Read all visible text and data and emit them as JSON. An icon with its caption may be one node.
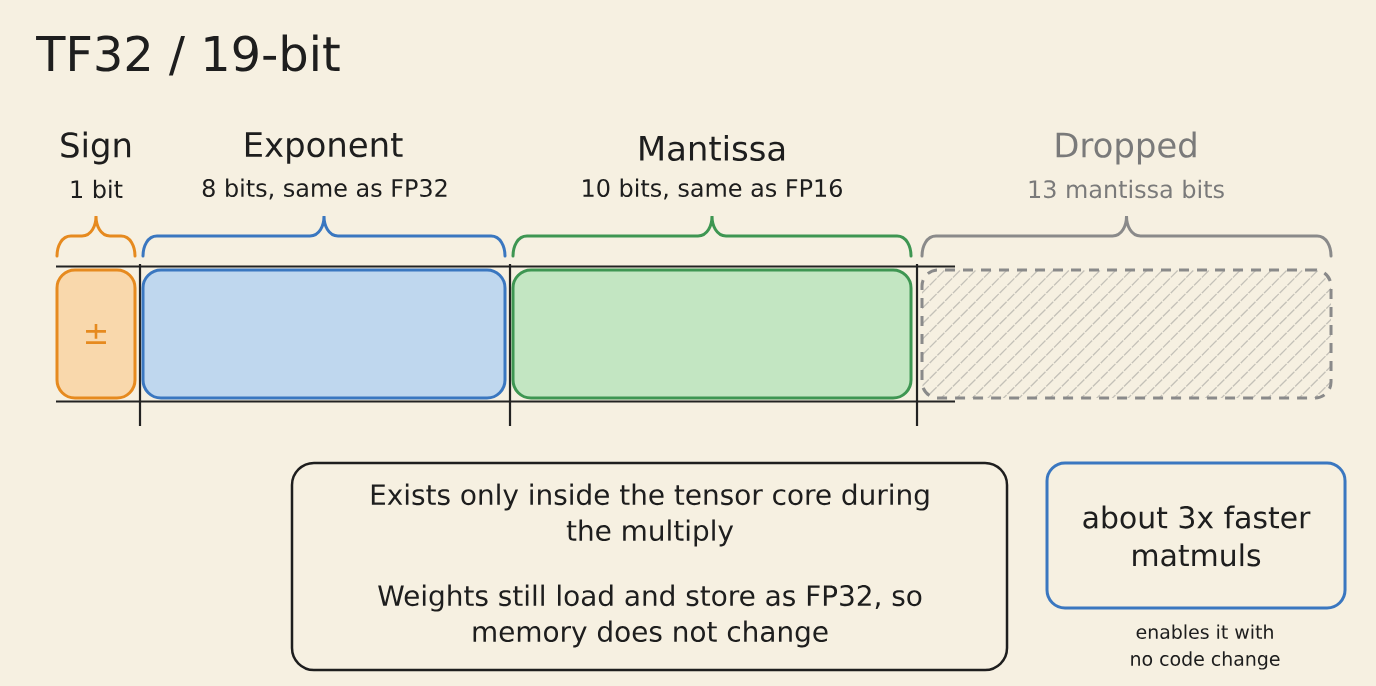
{
  "diagram": {
    "title": "TF32 / 19-bit",
    "nodes": [
      {
        "text": [
          "Sign",
          "1 bit",
          "±"
        ]
      },
      {
        "text": [
          "Exponent",
          "8 bits, same as FP32"
        ]
      },
      {
        "text": [
          "Mantissa",
          "10 bits, same as FP16"
        ]
      },
      {
        "text": [
          "Dropped",
          "13 mantissa bits"
        ]
      },
      {
        "text": [
          "Exists only inside the tensor core during the multiply",
          "Weights still load and store as FP32, so memory does not change"
        ]
      },
      {
        "text": [
          "about 3x faster matmuls"
        ],
        "beside": [
          "enables it with no code change"
        ]
      }
    ]
  }
}
